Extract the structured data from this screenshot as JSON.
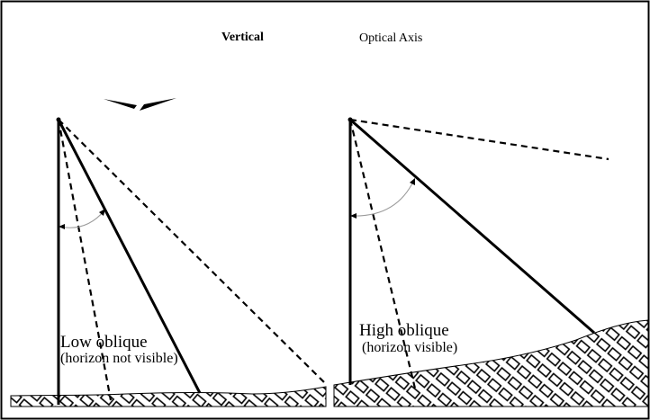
{
  "headers": {
    "vertical": "Vertical",
    "optical_axis": "Optical Axis"
  },
  "panels": {
    "low": {
      "title": "Low oblique",
      "subtitle": "(horizon not visible)"
    },
    "high": {
      "title": "High oblique",
      "subtitle": "(horizon visible)"
    }
  },
  "icons": {
    "aircraft": "aircraft-icon",
    "arrowhead": "arrowhead-icon"
  },
  "colors": {
    "line": "#000000",
    "arc": "#9a9a9a",
    "border": "#000000"
  }
}
